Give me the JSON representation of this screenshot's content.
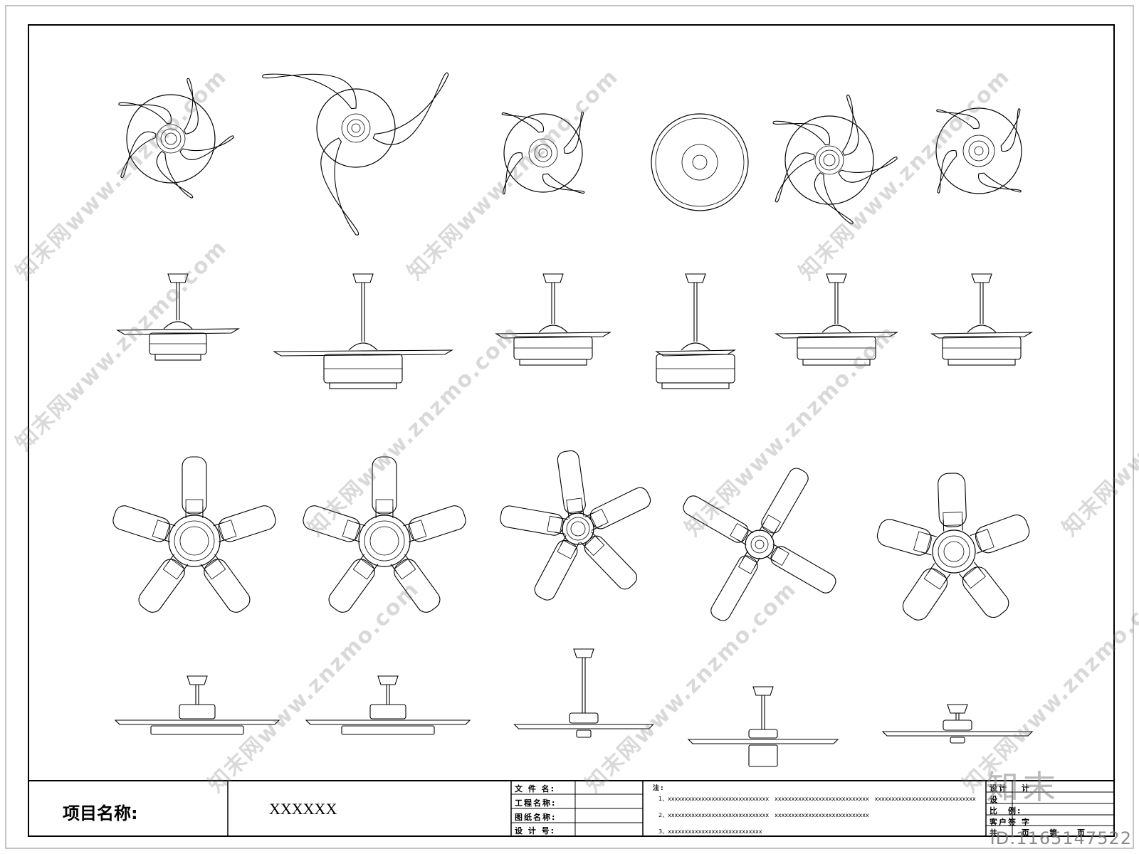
{
  "title_block": {
    "project_name_label": "项目名称:",
    "project_name_value": "XXXXXX",
    "file_name_label": "文 件 名:",
    "engineering_name_label": "工程名称:",
    "drawing_name_label": "图纸名称:",
    "design_no_label": "设 计 号:",
    "notes_label": "注:",
    "notes": [
      "1、xxxxxxxxxxxxxxxxxxxxxxxxxxxxxx　xxxxxxxxxxxxxxxxxxxxxxxxxxxx　xxxxxxxxxxxxxxxxxxxxxxxxxxxxxx",
      "2、xxxxxxxxxxxxxxxxxxxxxxxxxxxxxx　xxxxxxxxxxxxxxxxxxxxxxxxxxxx",
      "3、xxxxxxxxxxxxxxxxxxxxxxxxxxxx"
    ],
    "right_labels": [
      "设计",
      "设",
      "比　例:",
      "客户签",
      "共"
    ],
    "right_labels_end": [
      "计",
      "",
      "",
      "字",
      "页　　第　　页"
    ]
  },
  "watermarks": {
    "site_text": "知末网www.znzmo.com",
    "logo_text": "知末",
    "id_text": "ID:1165147522"
  },
  "drawings": {
    "row1": [
      "curved-blade-fan-top-view",
      "three-blade-fan-top-view",
      "four-blade-retractable-fan-top-view",
      "round-light-fan-top-view",
      "five-blade-curved-fan-top-view",
      "four-blade-curved-fan-top-view"
    ],
    "row2": [
      "retractable-fan-elevation",
      "three-blade-fan-elevation",
      "retractable-fan-elevation",
      "round-light-fan-elevation",
      "curved-fan-elevation",
      "retractable-fan-elevation"
    ],
    "row3": [
      "five-blade-fan-top-view",
      "five-blade-fan-top-view",
      "five-leaf-fan-top-view",
      "four-blade-fan-top-view",
      "five-blade-fan-top-view"
    ],
    "row4": [
      "five-blade-fan-elevation",
      "five-blade-fan-elevation",
      "pendant-fan-elevation",
      "cage-light-fan-elevation",
      "angled-blade-fan-elevation"
    ]
  }
}
